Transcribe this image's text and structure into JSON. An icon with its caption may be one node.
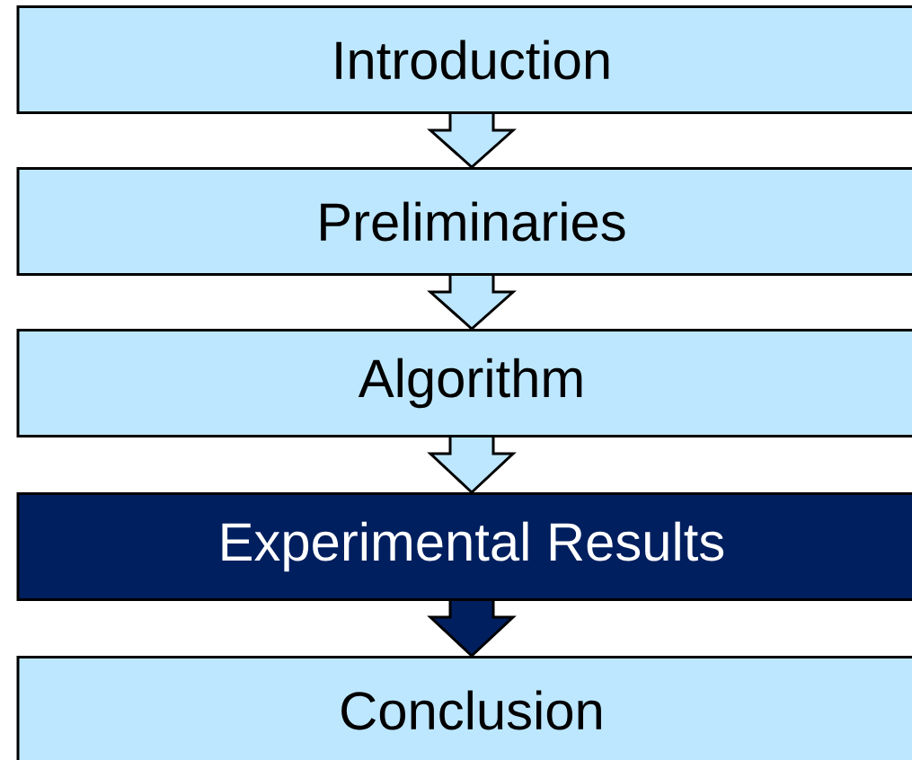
{
  "diagram": {
    "nodes": [
      {
        "text": [
          "Introduction"
        ]
      },
      {
        "text": [
          "Preliminaries"
        ]
      },
      {
        "text": [
          "Algorithm"
        ]
      },
      {
        "text": [
          "Experimental Results"
        ]
      },
      {
        "text": [
          "Conclusion"
        ]
      }
    ],
    "edges": [
      {
        "from": 0,
        "to": 1,
        "arrow": "to"
      },
      {
        "from": 1,
        "to": 2,
        "arrow": "to"
      },
      {
        "from": 2,
        "to": 3,
        "arrow": "to"
      },
      {
        "from": 3,
        "to": 4,
        "arrow": "to",
        "color": "#001f5f"
      }
    ]
  }
}
